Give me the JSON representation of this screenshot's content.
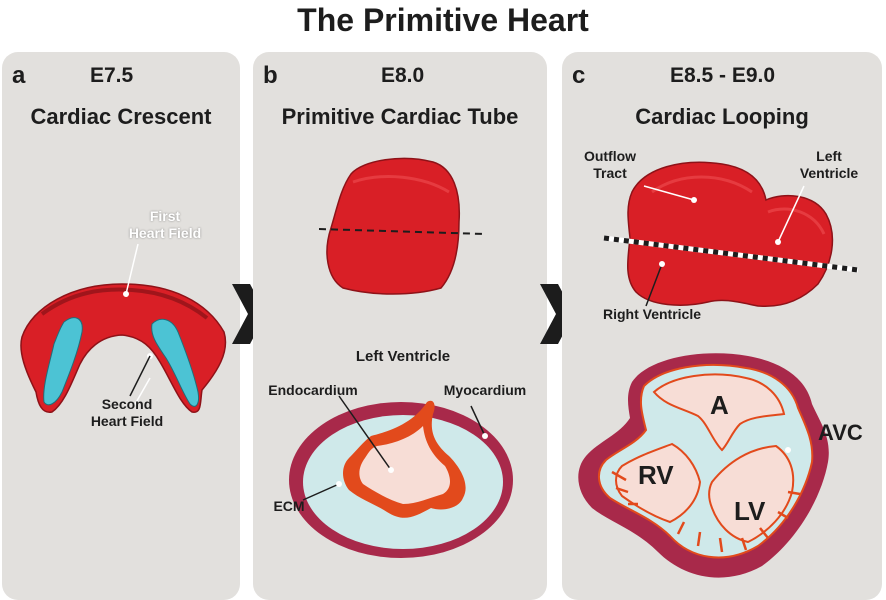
{
  "title": "The Primitive Heart",
  "panels": {
    "a": {
      "letter": "a",
      "stage": "E7.5",
      "subtitle": "Cardiac Crescent",
      "labels": {
        "first_heart_field": [
          "First",
          "Heart Field"
        ],
        "second_heart_field": [
          "Second",
          "Heart Field"
        ]
      }
    },
    "b": {
      "letter": "b",
      "stage": "E8.0",
      "subtitle": "Primitive Cardiac Tube",
      "labels": {
        "left_ventricle": "Left Ventricle",
        "endocardium": "Endocardium",
        "myocardium": "Myocardium",
        "ecm": "ECM"
      }
    },
    "c": {
      "letter": "c",
      "stage": "E8.5 - E9.0",
      "subtitle": "Cardiac Looping",
      "labels": {
        "outflow_tract": [
          "Outflow",
          "Tract"
        ],
        "left_ventricle": [
          "Left",
          "Ventricle"
        ],
        "right_ventricle": "Right Ventricle",
        "a": "A",
        "avc": "AVC",
        "rv": "RV",
        "lv": "LV"
      }
    }
  },
  "colors": {
    "panel_bg": "#e2e0dd",
    "heart_red": "#d91f26",
    "second_field_cyan": "#4cc3d4",
    "myocardium": "#a8294a",
    "endocardium": "#e24a1c",
    "ecm": "#cfe9ea",
    "lumen": "#f7ddd6",
    "arrow": "#1c1c1c"
  }
}
